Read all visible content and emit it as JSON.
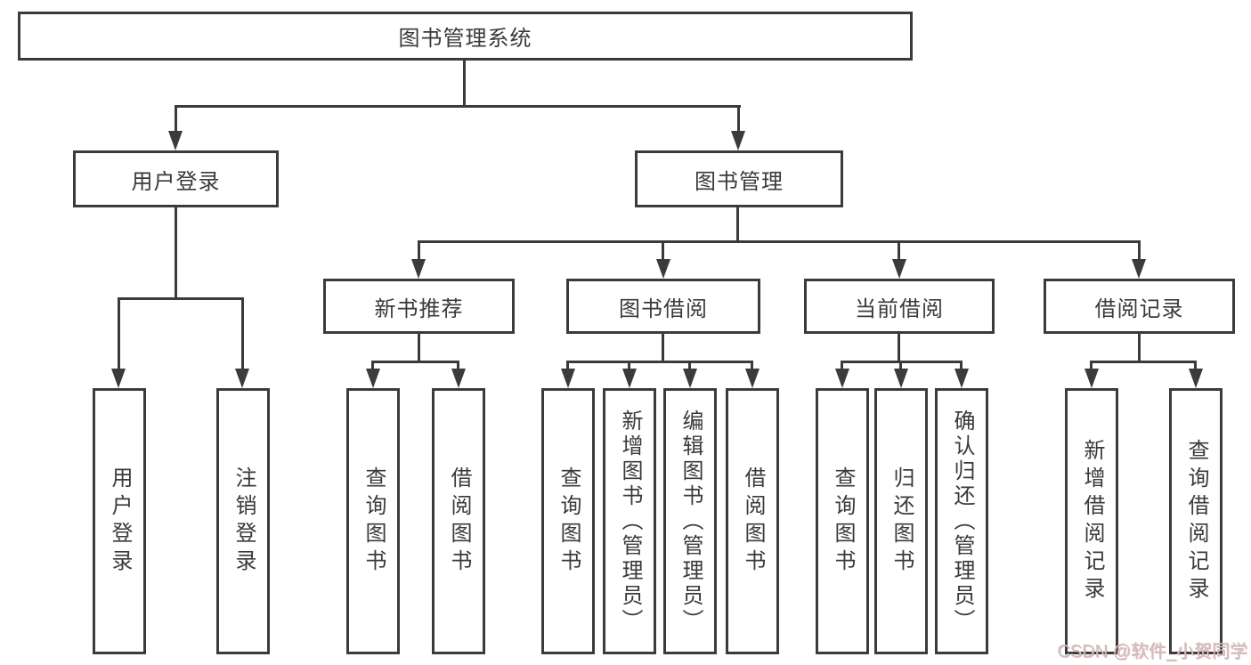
{
  "tree": {
    "label": "图书管理系统",
    "children": [
      {
        "label": "用户登录",
        "children": [
          {
            "label": "用户登录"
          },
          {
            "label": "注销登录"
          }
        ]
      },
      {
        "label": "图书管理",
        "children": [
          {
            "label": "新书推荐",
            "children": [
              {
                "label": "查询图书"
              },
              {
                "label": "借阅图书"
              }
            ]
          },
          {
            "label": "图书借阅",
            "children": [
              {
                "label": "查询图书"
              },
              {
                "label": "新增图书（管理员）"
              },
              {
                "label": "编辑图书（管理员）"
              },
              {
                "label": "借阅图书"
              }
            ]
          },
          {
            "label": "当前借阅",
            "children": [
              {
                "label": "查询图书"
              },
              {
                "label": "归还图书"
              },
              {
                "label": "确认归还（管理员）"
              }
            ]
          },
          {
            "label": "借阅记录",
            "children": [
              {
                "label": "新增借阅记录"
              },
              {
                "label": "查询借阅记录"
              }
            ]
          }
        ]
      }
    ]
  },
  "watermark": {
    "text": "CSDN @软件_小贺同学"
  },
  "colors": {
    "line": "#3b3b3b",
    "text": "#3a3a3a",
    "background": "#ffffff",
    "watermark_gray": "#c6c6c6",
    "watermark_red": "#e86e6e"
  }
}
